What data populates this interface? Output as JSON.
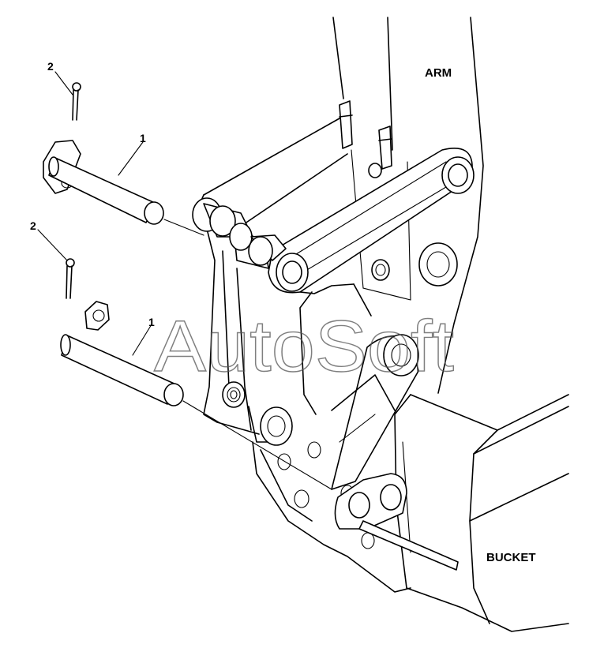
{
  "labels": {
    "arm": "ARM",
    "bucket": "BUCKET"
  },
  "callouts": {
    "pin_upper": "1",
    "pin_lower": "1",
    "cotter_upper": "2",
    "cotter_lower": "2"
  },
  "watermark": "AutoSoft"
}
